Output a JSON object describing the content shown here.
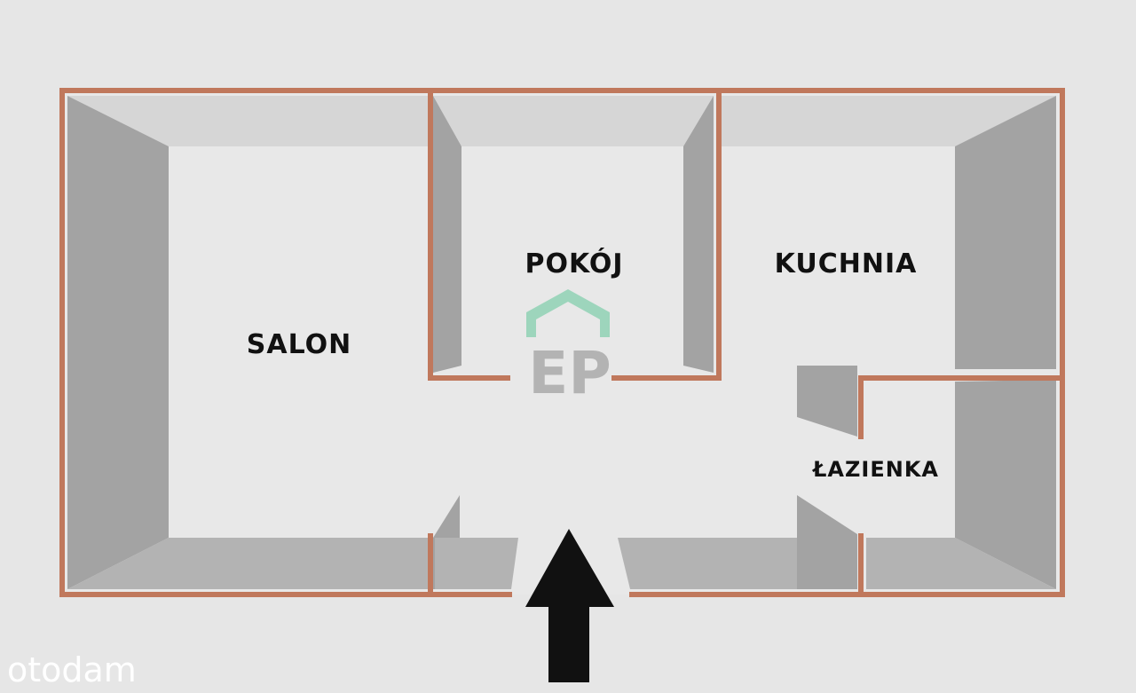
{
  "rooms": {
    "salon": "SALON",
    "pokoj": "POKÓJ",
    "kuchnia": "KUCHNIA",
    "lazienka": "ŁAZIENKA"
  },
  "logo": {
    "text": "EP",
    "icon": "house-roof-icon"
  },
  "watermark": {
    "text": "otodam"
  },
  "entrance": {
    "icon": "entrance-arrow-icon"
  },
  "colors": {
    "wall": "#c0785c",
    "floor": "#e8e8e8",
    "side_wall": "#a3a3a3",
    "top_wall": "#d6d6d6",
    "background": "#e6e6e6",
    "logo_green": "#8fd1b4",
    "arrow": "#111111"
  }
}
